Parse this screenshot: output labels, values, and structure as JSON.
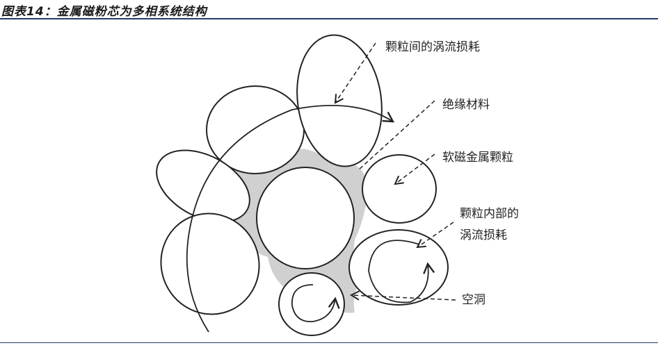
{
  "figure": {
    "title": "图表14：金属磁粉芯为多相系统结构"
  },
  "labels": {
    "inter_particle_loss": "颗粒间的涡流损耗",
    "insulation": "绝缘材料",
    "soft_magnetic_particle": "软磁金属颗粒",
    "intra_particle_loss_line1": "颗粒内部的",
    "intra_particle_loss_line2": "涡流损耗",
    "void": "空洞"
  },
  "colors": {
    "rule": "#1f3c6e",
    "insulation_fill": "#c8c8c8",
    "ink": "#222222"
  }
}
